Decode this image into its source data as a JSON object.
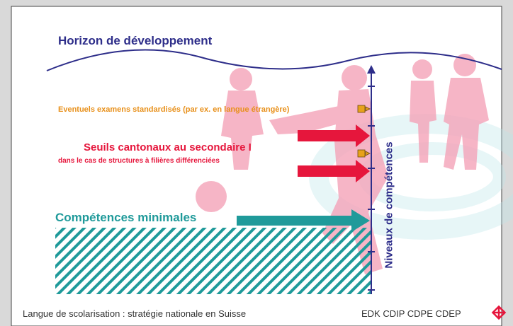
{
  "slide": {
    "title": "Horizon de développement",
    "optional_exams": "Eventuels examens standardisés (par ex. en langue étrangère)",
    "cantonal_thresholds": "Seuils cantonaux au secondaire I",
    "cantonal_thresholds_note": "dans le cas de structures à filières différenciées",
    "minimal_competences": "Compétences minimales",
    "axis_label": "Niveaux de compétences"
  },
  "footer": {
    "left_text": "Langue de scolarisation : stratégie nationale en Suisse",
    "right_text": "EDK  CDIP  CDPE  CDEP"
  },
  "colors": {
    "title_navy": "#2e2e8a",
    "exams_orange": "#e8901a",
    "thresholds_red": "#e6163c",
    "minimal_teal": "#1f9a9a",
    "silhouette_pink": "#f4a3b8",
    "logo_red": "#e6163c"
  },
  "icons": [
    "arrow-right-icon",
    "small-arrow-icon",
    "edk-logo-icon"
  ]
}
